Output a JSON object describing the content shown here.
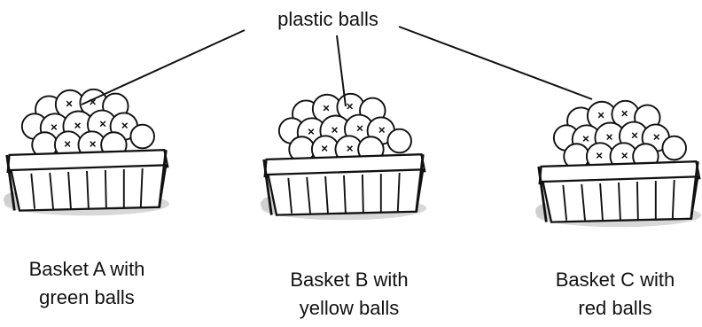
{
  "callout": {
    "text": "plastic balls"
  },
  "baskets": [
    {
      "id": "A",
      "line1": "Basket A with",
      "line2": "green balls",
      "ball_color": "green"
    },
    {
      "id": "B",
      "line1": "Basket B with",
      "line2": "yellow balls",
      "ball_color": "yellow"
    },
    {
      "id": "C",
      "line1": "Basket C with",
      "line2": "red balls",
      "ball_color": "red"
    }
  ]
}
